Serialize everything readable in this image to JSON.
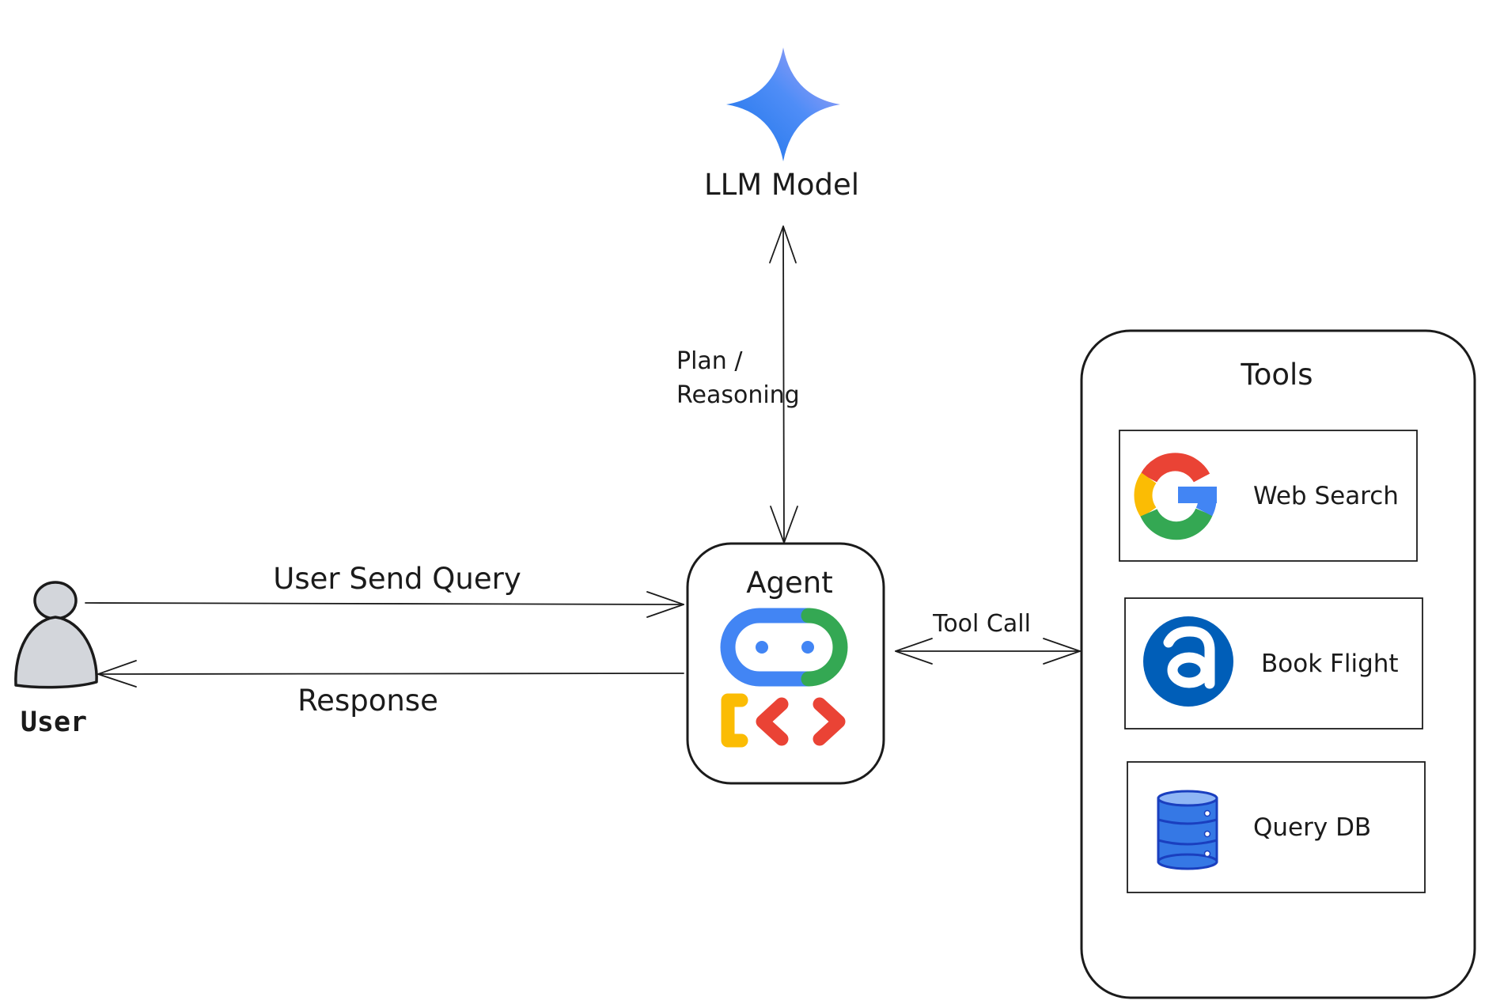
{
  "llm": {
    "label": "LLM Model",
    "icon": "gemini-sparkle-icon",
    "colors": [
      "#1a73e8",
      "#4f8df7",
      "#b7a4f5"
    ]
  },
  "user": {
    "label": "User",
    "icon": "person-icon",
    "fill": "#d3d6db"
  },
  "agent": {
    "label": "Agent",
    "icon": "agent-robot-code-icon",
    "colors": {
      "blue": "#4285f4",
      "green": "#34a853",
      "yellow": "#fbbc04",
      "red": "#ea4335"
    }
  },
  "edges": {
    "query": "User Send Query",
    "response": "Response",
    "plan_line1": "Plan /",
    "plan_line2": "Reasoning",
    "tool_call": "Tool Call"
  },
  "tools": {
    "title": "Tools",
    "items": [
      {
        "label": "Web Search",
        "icon": "google-g-icon"
      },
      {
        "label": "Book Flight",
        "icon": "amadeus-a-icon",
        "color": "#005eb8"
      },
      {
        "label": "Query DB",
        "icon": "database-icon",
        "color": "#3578e5"
      }
    ]
  }
}
